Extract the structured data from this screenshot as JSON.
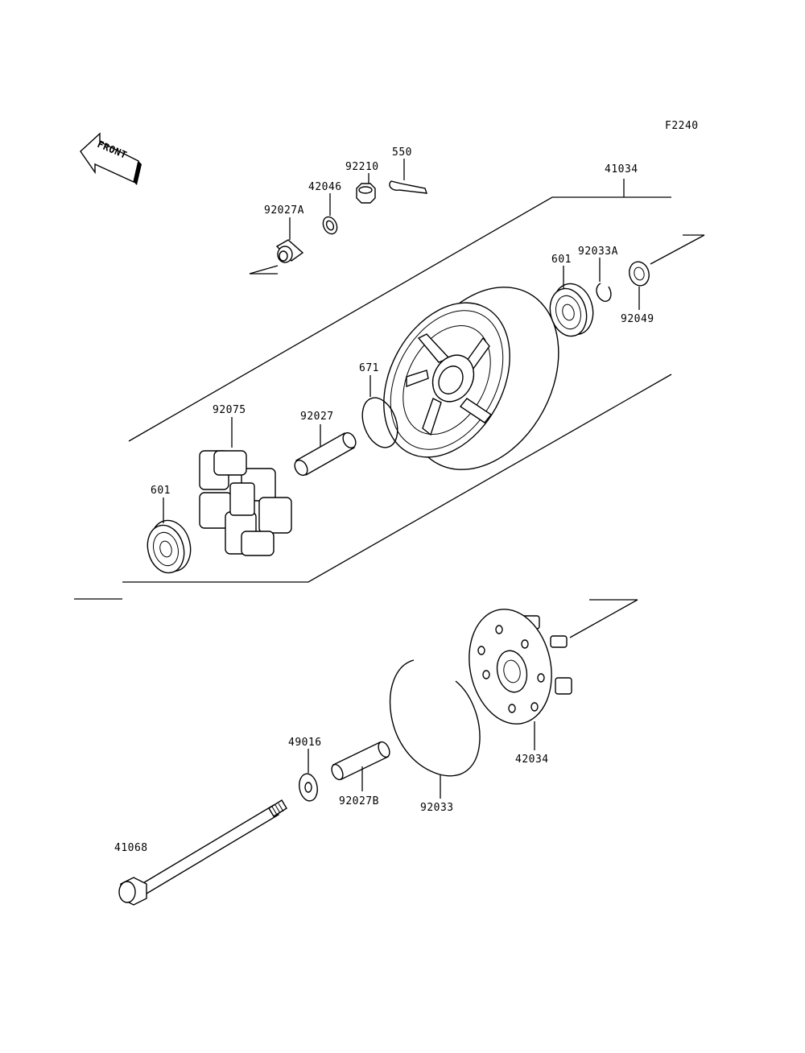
{
  "diagram_code": "F2240",
  "front_label": "FRONT",
  "parts": {
    "p550": "550",
    "p92210": "92210",
    "p42046": "42046",
    "p92027A": "92027A",
    "p41034": "41034",
    "p601_top": "601",
    "p92033A": "92033A",
    "p92049": "92049",
    "p671": "671",
    "p92075": "92075",
    "p92027": "92027",
    "p601_bottom": "601",
    "p42034": "42034",
    "p49016": "49016",
    "p92027B": "92027B",
    "p92033": "92033",
    "p41068": "41068"
  }
}
